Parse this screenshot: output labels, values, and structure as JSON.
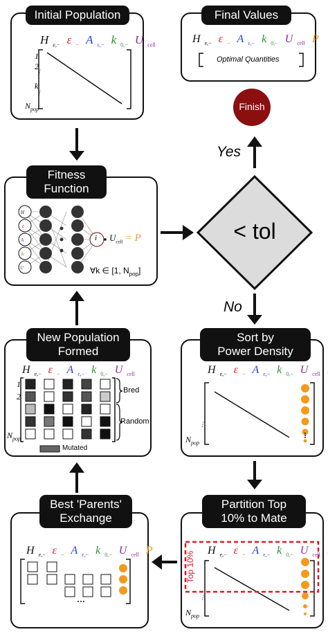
{
  "titles": {
    "initial": "Initial Population",
    "final": "Final Values",
    "fitness": "Fitness\nFunction",
    "newpop": "New Population\nFormed",
    "sort": "Sort by\nPower Density",
    "parents": "Best 'Parents'\nExchange",
    "partition": "Partition Top\n10% to Mate"
  },
  "vars": {
    "h": "H",
    "h_sub": "e,−",
    "eps": "ε",
    "eps_sub": "−",
    "a": "A",
    "a_sub": "ε,−",
    "k": "k",
    "k_sub": "0,−",
    "u": "U",
    "u_sub": "cell",
    "p": "P"
  },
  "colors": {
    "h": "#111111",
    "eps": "#d8262e",
    "a": "#2a3bd6",
    "k": "#2f8f2f",
    "u": "#8b2a9a",
    "p": "#f39a1e",
    "finish": "#8b0f0f"
  },
  "labels": {
    "optimal": "Optimal Quantities",
    "finish": "Finish",
    "tol": "< tol",
    "yes": "Yes",
    "no": "No",
    "row1": "1",
    "row2": "2",
    "rowk": "k",
    "npop": "N",
    "npop_sub": "pop",
    "forall": "∀k ∈ [1, N",
    "forall_sub": "pop",
    "bred": "Bred",
    "random": "Random",
    "mutated": "Mutated",
    "top10": "Top 10%",
    "ucell_eq": "U",
    "ucell_sub": "cell",
    "eq_p": "= P",
    "neuron_i": "i"
  }
}
